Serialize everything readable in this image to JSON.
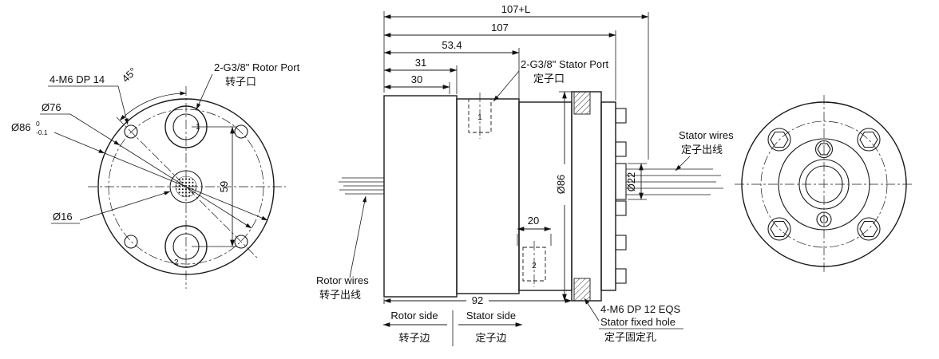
{
  "drawing": {
    "left_view": {
      "label_4m6": "4-M6 DP 14",
      "angle_45": "45°",
      "dia_76": "Ø76",
      "dia_86": "Ø86",
      "dia_86_tol_upper": "0",
      "dia_86_tol_lower": "-0.1",
      "dia_16": "Ø16",
      "rotor_port_en": "2-G3/8\" Rotor Port",
      "rotor_port_cn": "转子口",
      "dim_59": "59",
      "port_1": "1",
      "port_2": "2"
    },
    "section_view": {
      "dim_107L": "107+L",
      "dim_107": "107",
      "dim_53_4": "53.4",
      "dim_31": "31",
      "dim_30": "30",
      "dim_20": "20",
      "dim_92": "92",
      "dia_86": "Ø86",
      "dia_22": "Ø22",
      "port_1": "1",
      "port_2": "2",
      "stator_port_en": "2-G3/8\" Stator Port",
      "stator_port_cn": "定子口",
      "stator_wires_en": "Stator wires",
      "stator_wires_cn": "定子出线",
      "rotor_wires_en": "Rotor wires",
      "rotor_wires_cn": "转子出线",
      "fixed_hole_line1": "4-M6 DP 12 EQS",
      "fixed_hole_line2": "Stator fixed hole",
      "fixed_hole_cn": "定子固定孔"
    },
    "footer": {
      "rotor_side_en": "Rotor side",
      "rotor_side_cn": "转子边",
      "stator_side_en": "Stator side",
      "stator_side_cn": "定子边"
    }
  }
}
